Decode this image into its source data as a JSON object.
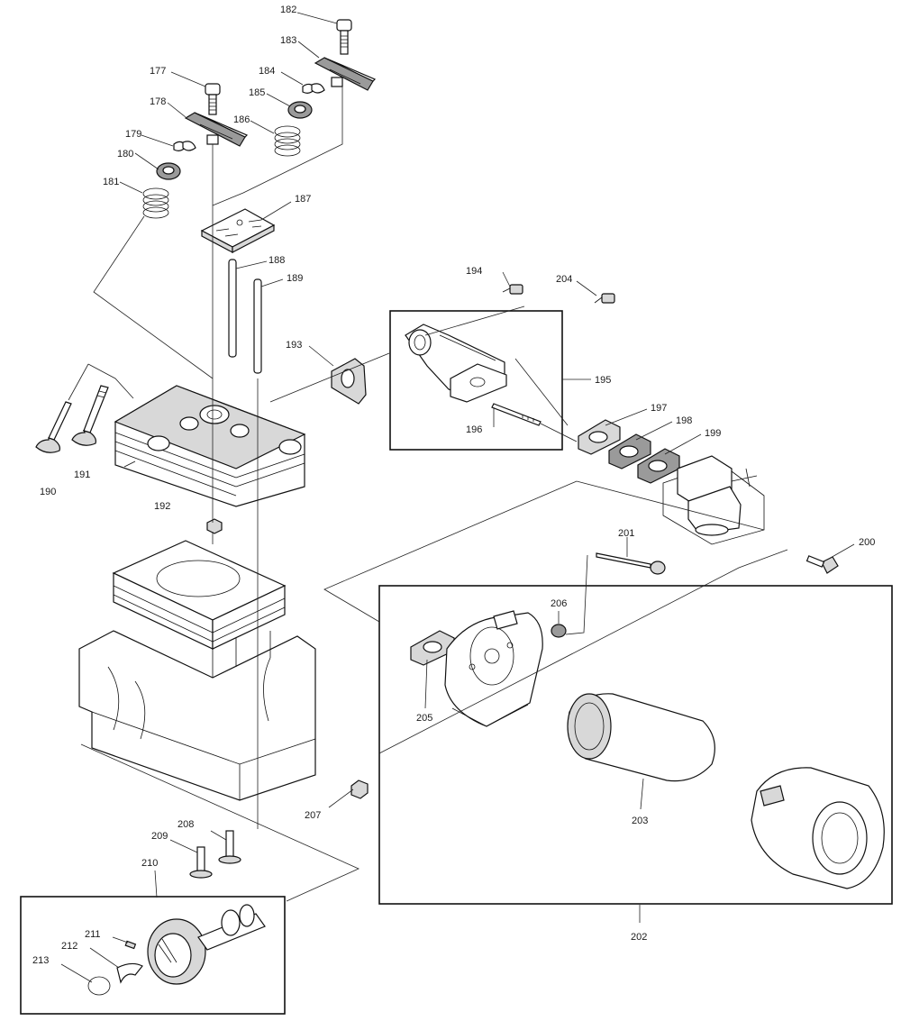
{
  "diagram": {
    "labels": {
      "l177": "177",
      "l178": "178",
      "l179": "179",
      "l180": "180",
      "l181": "181",
      "l182": "182",
      "l183": "183",
      "l184": "184",
      "l185": "185",
      "l186": "186",
      "l187": "187",
      "l188": "188",
      "l189": "189",
      "l190": "190",
      "l191": "191",
      "l192": "192",
      "l193": "193",
      "l194": "194",
      "l195": "195",
      "l196": "196",
      "l197": "197",
      "l198": "198",
      "l199": "199",
      "l200": "200",
      "l201": "201",
      "l202": "202",
      "l203": "203",
      "l204": "204",
      "l205": "205",
      "l206": "206",
      "l207": "207",
      "l208": "208",
      "l209": "209",
      "l210": "210",
      "l211": "211",
      "l212": "212",
      "l213": "213"
    }
  }
}
